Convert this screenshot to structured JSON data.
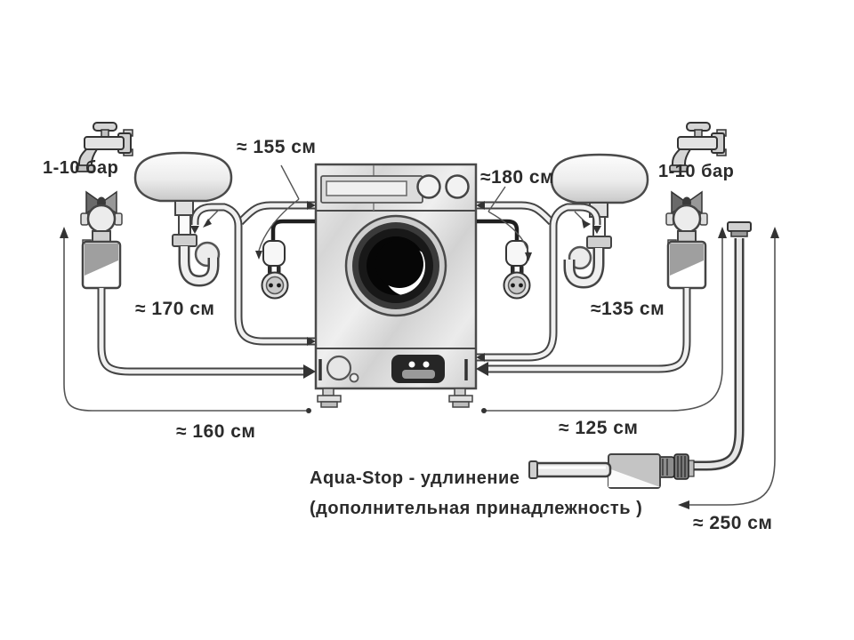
{
  "diagram": {
    "left_tap_pressure": "1-10 бар",
    "right_tap_pressure": "1-10 бар",
    "measurements": {
      "drain_top_left": "≈ 155 см",
      "drain_top_right": "≈180 см",
      "hose_mid_left": "≈ 170 см",
      "hose_mid_right": "≈135 см",
      "hose_bottom_left": "≈ 160 см",
      "hose_bottom_right": "≈ 125 см",
      "extension_hose": "≈ 250 см"
    },
    "caption": {
      "line1": "Aqua-Stop - удлинение",
      "line2": "(дополнительная принадлежность )"
    },
    "colors": {
      "line": "#3f3f3f",
      "label_text": "#2b2b2b",
      "background": "#ffffff",
      "hose_fill": "#efefef",
      "machine_fill": "#dedede"
    }
  }
}
